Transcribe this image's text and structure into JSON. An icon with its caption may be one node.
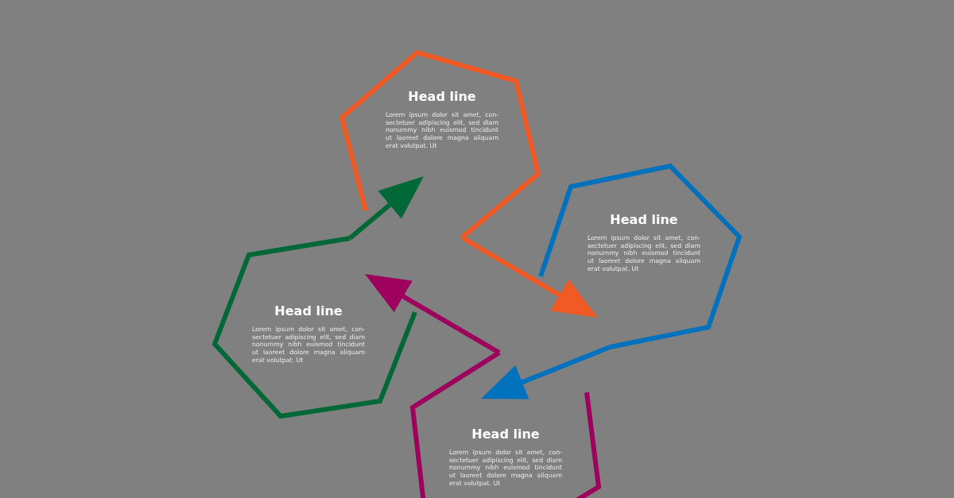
{
  "diagram": {
    "nodes": [
      {
        "text": [
          "Head line",
          "Lorem ipsum dolor sit amet, con- sectetuer adipiscing elit, sed diam nonummy nibh euismod tincidunt ut laoreet dolore magna aliquam erat volutpat. Ut"
        ]
      },
      {
        "text": [
          "Head line",
          "Lorem ipsum dolor sit amet, con- sectetuer adipiscing elit, sed diam nonummy nibh euismod tincidunt ut laoreet dolore magna aliquam erat volutpat. Ut"
        ]
      },
      {
        "text": [
          "Head line",
          "Lorem ipsum dolor sit amet, con- sectetuer adipiscing elit, sed diam nonummy nibh euismod tincidunt ut laoreet dolore magna aliquam erat volutpat. Ut"
        ]
      },
      {
        "text": [
          "Head line",
          "Lorem ipsum dolor sit amet, con- sectetuer adipiscing elit, sed diam nonummy nibh euismod tincidunt ut laoreet dolore magna aliquam erat volutpat. Ut"
        ]
      }
    ],
    "edges": [
      {
        "from": 0,
        "to": 1,
        "arrow": "to",
        "color": "#f15a24"
      },
      {
        "from": 1,
        "to": 2,
        "arrow": "to",
        "color": "#0071bc"
      },
      {
        "from": 2,
        "to": 3,
        "arrow": "to",
        "color": "#9e005d"
      },
      {
        "from": 3,
        "to": 0,
        "arrow": "to",
        "color": "#006837"
      }
    ]
  }
}
